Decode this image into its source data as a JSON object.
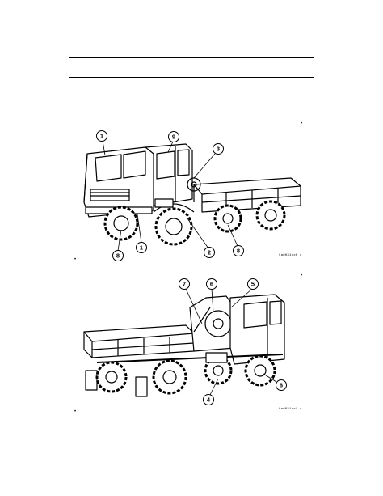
{
  "figures": [
    {
      "callouts": [
        "1",
        "9",
        "3",
        "1",
        "8",
        "2",
        "8"
      ],
      "code": "ta6031xx0 ▸"
    },
    {
      "callouts": [
        "7",
        "6",
        "5",
        "8",
        "4"
      ],
      "code": "ta6031xx1 ▸"
    }
  ],
  "colors": {
    "ink": "#000000",
    "paper": "#ffffff",
    "shade": "#555555"
  }
}
